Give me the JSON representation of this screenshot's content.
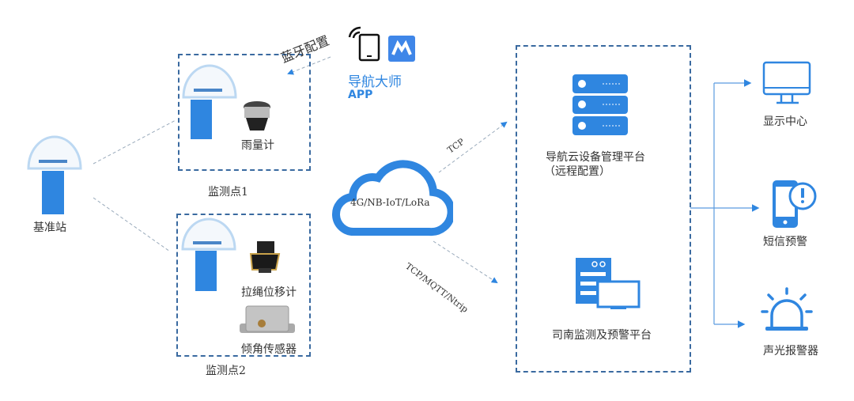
{
  "colors": {
    "accent": "#2f86e0",
    "box_border": "#3a6aa0",
    "line": "#7fb0e0"
  },
  "base_station": {
    "label": "基准站",
    "icon": "gnss-receiver-icon"
  },
  "monitor_point_1": {
    "label": "监测点1",
    "sensors": [
      {
        "label": "雨量计",
        "icon": "rain-gauge-icon"
      }
    ]
  },
  "monitor_point_2": {
    "label": "监测点2",
    "sensors": [
      {
        "label": "拉绳位移计",
        "icon": "draw-wire-sensor-icon"
      },
      {
        "label": "倾角传感器",
        "icon": "tilt-sensor-icon"
      }
    ]
  },
  "app": {
    "name": "导航大师",
    "sub": "APP",
    "link_label": "蓝牙配置",
    "icons": [
      "wifi-icon",
      "tablet-icon",
      "app-logo-icon"
    ]
  },
  "network": {
    "label": "4G/NB-IoT/LoRa",
    "icon": "cloud-icon",
    "link_top": "TCP",
    "link_bottom": "TCP/MQTT/Ntrip"
  },
  "platforms": {
    "cloud_mgmt": {
      "label": "导航云设备管理平台",
      "sub": "（远程配置）",
      "icon": "server-icon"
    },
    "monitor": {
      "label": "司南监测及预警平台",
      "icon": "monitor-platform-icon"
    }
  },
  "outputs": [
    {
      "label": "显示中心",
      "icon": "monitor-icon"
    },
    {
      "label": "短信预警",
      "icon": "sms-alert-icon"
    },
    {
      "label": "声光报警器",
      "icon": "alarm-light-icon"
    }
  ]
}
